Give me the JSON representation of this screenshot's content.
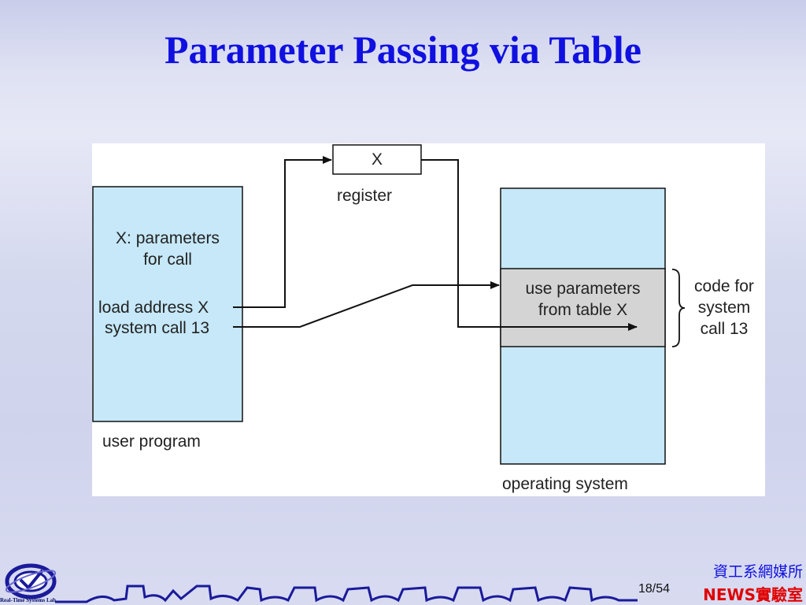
{
  "slide": {
    "title": "Parameter Passing via Table",
    "page_current": "18",
    "page_total": "/54",
    "dept_text": "資工系網媒所",
    "lab_text": "NEWS實驗室",
    "logo_caption": "Real-Time Systems Lab"
  },
  "diagram": {
    "register_value": "X",
    "register_label": "register",
    "user_program": {
      "line1": "X: parameters",
      "line2": "for call",
      "line3": "load address X",
      "line4": "system call 13",
      "label": "user program"
    },
    "operating_system": {
      "table_line1": "use parameters",
      "table_line2": "from table X",
      "label": "operating system"
    },
    "brace_label": {
      "line1": "code for",
      "line2": "system",
      "line3": "call 13"
    }
  },
  "colors": {
    "title": "#1010e0",
    "box_fill": "#c6e8f8",
    "table_fill": "#d4d4d4",
    "dept": "#1010e0",
    "lab": "#e00000"
  }
}
